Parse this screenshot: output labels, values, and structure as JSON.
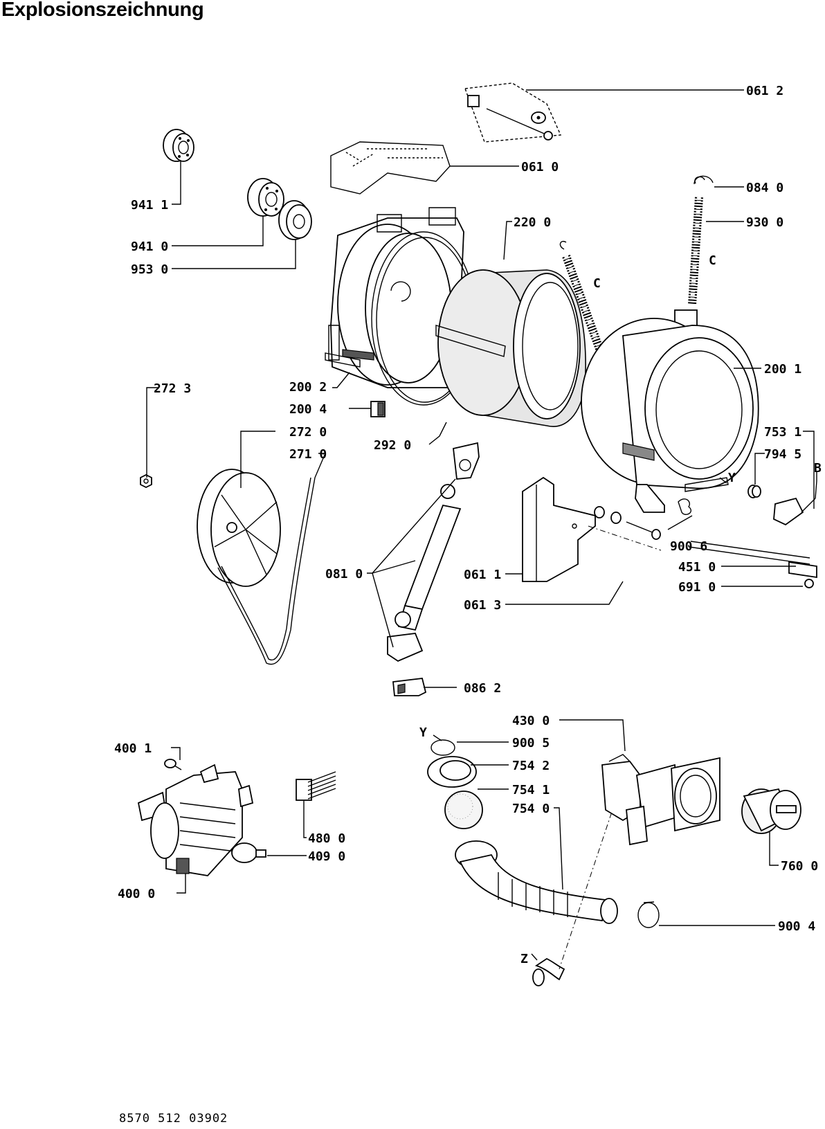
{
  "title": "Explosionszeichnung",
  "document_code": "8570 512 03902",
  "labels": {
    "l0612": "061 2",
    "l0610": "061 0",
    "l0840": "084 0",
    "l9411": "941 1",
    "l9410": "941 0",
    "l9530": "953 0",
    "l2200": "220 0",
    "l9300": "930 0",
    "c1": "C",
    "c2": "C",
    "l2002": "200 2",
    "l2001": "200 1",
    "l2723": "272 3",
    "l2004": "200 4",
    "l2720": "272 0",
    "l2920": "292 0",
    "l2710": "271 0",
    "l7531": "753 1",
    "l7945": "794 5",
    "b": "B",
    "y1": "Y",
    "l0810": "081 0",
    "l0611": "061 1",
    "l9006": "900 6",
    "l0613": "061 3",
    "l4510": "451 0",
    "l6910": "691 0",
    "l0862": "086 2",
    "l4300": "430 0",
    "y2": "Y",
    "l9005": "900 5",
    "l4001": "400 1",
    "l7542": "754 2",
    "l7541": "754 1",
    "l7540": "754 0",
    "l4800": "480 0",
    "l4090": "409 0",
    "l7600": "760 0",
    "l4000": "400 0",
    "l9004": "900 4",
    "z": "Z"
  }
}
